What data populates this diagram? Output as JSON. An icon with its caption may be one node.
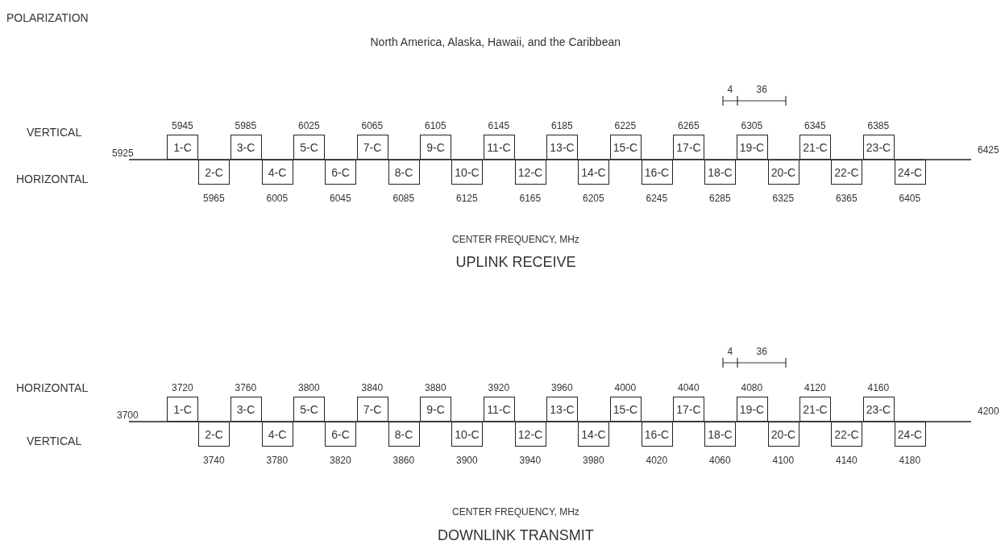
{
  "diagram": {
    "title": "North America, Alaska, Hawaii, and the Caribbean",
    "nodes": [
      {
        "text": [
          "1-C"
        ],
        "beside": [
          "5945"
        ]
      },
      {
        "text": [
          "3-C"
        ],
        "beside": [
          "5985"
        ]
      },
      {
        "text": [
          "5-C"
        ],
        "beside": [
          "6025"
        ]
      },
      {
        "text": [
          "7-C"
        ],
        "beside": [
          "6065"
        ]
      },
      {
        "text": [
          "9-C"
        ],
        "beside": [
          "6105"
        ]
      },
      {
        "text": [
          "11-C"
        ],
        "beside": [
          "6145"
        ]
      },
      {
        "text": [
          "13-C"
        ],
        "beside": [
          "6185"
        ]
      },
      {
        "text": [
          "15-C"
        ],
        "beside": [
          "6225"
        ]
      },
      {
        "text": [
          "17-C"
        ],
        "beside": [
          "6265"
        ]
      },
      {
        "text": [
          "19-C"
        ],
        "beside": [
          "6305"
        ]
      },
      {
        "text": [
          "21-C"
        ],
        "beside": [
          "6345"
        ]
      },
      {
        "text": [
          "23-C"
        ],
        "beside": [
          "6385"
        ]
      },
      {
        "text": [
          "2-C"
        ],
        "beside": [
          "5965"
        ]
      },
      {
        "text": [
          "4-C"
        ],
        "beside": [
          "6005"
        ]
      },
      {
        "text": [
          "6-C"
        ],
        "beside": [
          "6045"
        ]
      },
      {
        "text": [
          "8-C"
        ],
        "beside": [
          "6085"
        ]
      },
      {
        "text": [
          "10-C"
        ],
        "beside": [
          "6125"
        ]
      },
      {
        "text": [
          "12-C"
        ],
        "beside": [
          "6165"
        ]
      },
      {
        "text": [
          "14-C"
        ],
        "beside": [
          "6205"
        ]
      },
      {
        "text": [
          "16-C"
        ],
        "beside": [
          "6245"
        ]
      },
      {
        "text": [
          "18-C"
        ],
        "beside": [
          "6285"
        ]
      },
      {
        "text": [
          "20-C"
        ],
        "beside": [
          "6325"
        ]
      },
      {
        "text": [
          "22-C"
        ],
        "beside": [
          "6365"
        ]
      },
      {
        "text": [
          "24-C"
        ],
        "beside": [
          "6405"
        ]
      },
      {
        "text": [
          "1-C"
        ],
        "beside": [
          "3720"
        ]
      },
      {
        "text": [
          "3-C"
        ],
        "beside": [
          "3760"
        ]
      },
      {
        "text": [
          "5-C"
        ],
        "beside": [
          "3800"
        ]
      },
      {
        "text": [
          "7-C"
        ],
        "beside": [
          "3840"
        ]
      },
      {
        "text": [
          "9-C"
        ],
        "beside": [
          "3880"
        ]
      },
      {
        "text": [
          "11-C"
        ],
        "beside": [
          "3920"
        ]
      },
      {
        "text": [
          "13-C"
        ],
        "beside": [
          "3960"
        ]
      },
      {
        "text": [
          "15-C"
        ],
        "beside": [
          "4000"
        ]
      },
      {
        "text": [
          "17-C"
        ],
        "beside": [
          "4040"
        ]
      },
      {
        "text": [
          "19-C"
        ],
        "beside": [
          "4080"
        ]
      },
      {
        "text": [
          "21-C"
        ],
        "beside": [
          "4120"
        ]
      },
      {
        "text": [
          "23-C"
        ],
        "beside": [
          "4160"
        ]
      },
      {
        "text": [
          "2-C"
        ],
        "beside": [
          "3740"
        ]
      },
      {
        "text": [
          "4-C"
        ],
        "beside": [
          "3780"
        ]
      },
      {
        "text": [
          "6-C"
        ],
        "beside": [
          "3820"
        ]
      },
      {
        "text": [
          "8-C"
        ],
        "beside": [
          "3860"
        ]
      },
      {
        "text": [
          "10-C"
        ],
        "beside": [
          "3900"
        ]
      },
      {
        "text": [
          "12-C"
        ],
        "beside": [
          "3940"
        ]
      },
      {
        "text": [
          "14-C"
        ],
        "beside": [
          "3980"
        ]
      },
      {
        "text": [
          "16-C"
        ],
        "beside": [
          "4020"
        ]
      },
      {
        "text": [
          "18-C"
        ],
        "beside": [
          "4060"
        ]
      },
      {
        "text": [
          "20-C"
        ],
        "beside": [
          "4100"
        ]
      },
      {
        "text": [
          "22-C"
        ],
        "beside": [
          "4140"
        ]
      },
      {
        "text": [
          "24-C"
        ],
        "beside": [
          "4180"
        ]
      }
    ],
    "labels": [
      "POLARIZATION",
      "VERTICAL",
      "HORIZONTAL",
      "5925",
      "6425",
      "4",
      "36",
      "CENTER FREQUENCY, MHz",
      "UPLINK RECEIVE",
      "HORIZONTAL",
      "VERTICAL",
      "3700",
      "4200",
      "4",
      "36",
      "CENTER FREQUENCY, MHz",
      "DOWNLINK TRANSMIT"
    ]
  }
}
